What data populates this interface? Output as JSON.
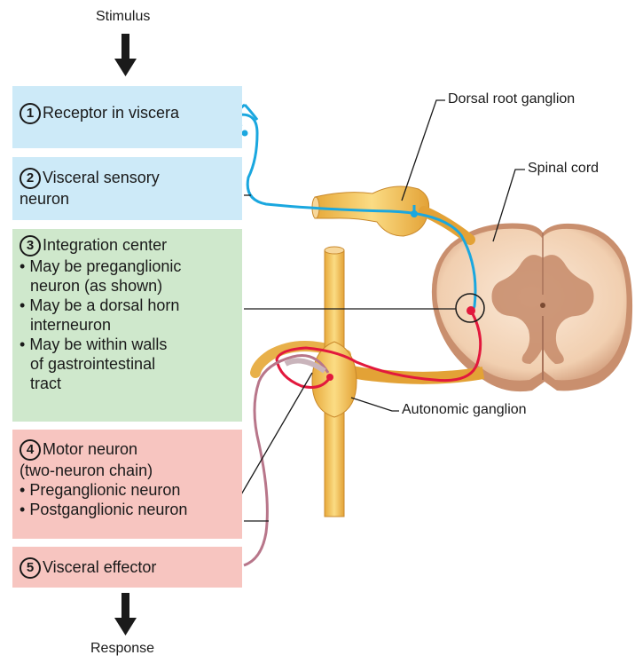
{
  "flow": {
    "stimulus": "Stimulus",
    "response": "Response"
  },
  "steps": [
    {
      "num": "1",
      "lines": [
        "Receptor in viscera"
      ]
    },
    {
      "num": "2",
      "lines": [
        "Visceral sensory",
        "neuron"
      ]
    },
    {
      "num": "3",
      "lines": [
        "Integration center"
      ],
      "bullets": [
        [
          "May be preganglionic",
          "neuron (as shown)"
        ],
        [
          "May be a dorsal horn",
          "interneuron"
        ],
        [
          "May be within walls",
          "of gastrointestinal",
          "tract"
        ]
      ]
    },
    {
      "num": "4",
      "lines": [
        "Motor neuron",
        "(two-neuron chain)"
      ],
      "bullets": [
        [
          "Preganglionic neuron"
        ],
        [
          "Postganglionic neuron"
        ]
      ]
    },
    {
      "num": "5",
      "lines": [
        "Visceral effector"
      ]
    }
  ],
  "labels": {
    "drg": "Dorsal root ganglion",
    "spinal_cord": "Spinal cord",
    "autonomic_ganglion": "Autonomic ganglion"
  },
  "colors": {
    "sensory_neuron": "#1aa7df",
    "preganglionic_neuron": "#e2183d",
    "postganglionic_neuron": "#b8768a",
    "box_blue": "#cdeaf8",
    "box_green": "#cfe8cc",
    "box_pink": "#f7c5c0"
  }
}
